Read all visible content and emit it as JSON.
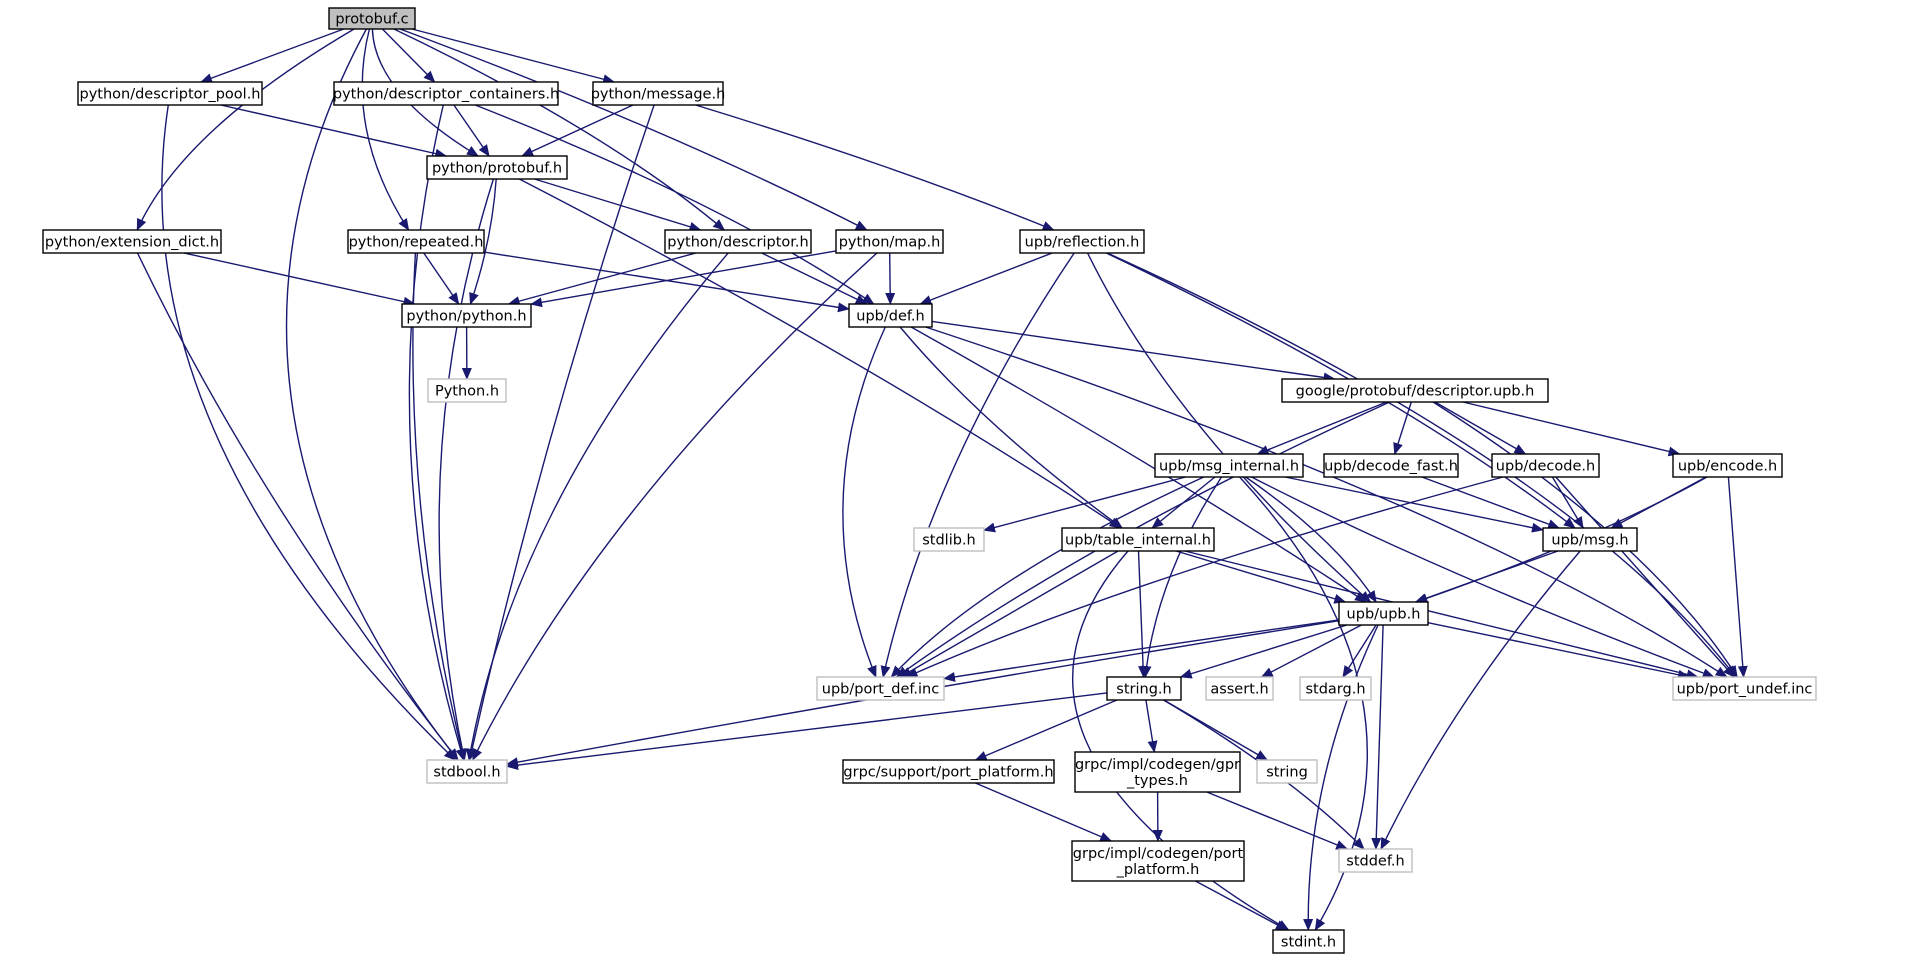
{
  "graph": {
    "colors": {
      "edge": "#191970",
      "node_border_black": "#000000",
      "node_border_gray": "#bfbfbf",
      "root_fill": "#bfbfbf",
      "node_fill": "#ffffff"
    },
    "nodes": [
      {
        "id": "protobuf_c",
        "label": "protobuf.c",
        "root": true
      },
      {
        "id": "descriptor_pool",
        "label": "python/descriptor_pool.h"
      },
      {
        "id": "descriptor_containers",
        "label": "python/descriptor_containers.h"
      },
      {
        "id": "message",
        "label": "python/message.h"
      },
      {
        "id": "py_protobuf",
        "label": "python/protobuf.h"
      },
      {
        "id": "extension_dict",
        "label": "python/extension_dict.h"
      },
      {
        "id": "repeated",
        "label": "python/repeated.h"
      },
      {
        "id": "py_descriptor",
        "label": "python/descriptor.h"
      },
      {
        "id": "py_map",
        "label": "python/map.h"
      },
      {
        "id": "reflection",
        "label": "upb/reflection.h"
      },
      {
        "id": "py_python",
        "label": "python/python.h"
      },
      {
        "id": "def_h",
        "label": "upb/def.h"
      },
      {
        "id": "Python_h",
        "label": "Python.h",
        "external": true
      },
      {
        "id": "descriptor_upb",
        "label": "google/protobuf/descriptor.upb.h"
      },
      {
        "id": "msg_internal",
        "label": "upb/msg_internal.h"
      },
      {
        "id": "decode_fast",
        "label": "upb/decode_fast.h"
      },
      {
        "id": "decode",
        "label": "upb/decode.h"
      },
      {
        "id": "encode",
        "label": "upb/encode.h"
      },
      {
        "id": "stdlib_h",
        "label": "stdlib.h",
        "external": true
      },
      {
        "id": "table_internal",
        "label": "upb/table_internal.h"
      },
      {
        "id": "msg_h",
        "label": "upb/msg.h"
      },
      {
        "id": "upb_h",
        "label": "upb/upb.h"
      },
      {
        "id": "port_def",
        "label": "upb/port_def.inc",
        "external": true
      },
      {
        "id": "string_h",
        "label": "string.h"
      },
      {
        "id": "assert_h",
        "label": "assert.h",
        "external": true
      },
      {
        "id": "stdarg_h",
        "label": "stdarg.h",
        "external": true
      },
      {
        "id": "port_undef",
        "label": "upb/port_undef.inc",
        "external": true
      },
      {
        "id": "stdbool_h",
        "label": "stdbool.h",
        "external": true
      },
      {
        "id": "grpc_port_platform_support",
        "label": "grpc/support/port_platform.h"
      },
      {
        "id": "gpr_types",
        "label": "grpc/impl/codegen/gpr\n_types.h"
      },
      {
        "id": "string_ext",
        "label": "string",
        "external": true
      },
      {
        "id": "stddef_h",
        "label": "stddef.h",
        "external": true
      },
      {
        "id": "codegen_port_platform",
        "label": "grpc/impl/codegen/port\n_platform.h"
      },
      {
        "id": "stdint_h",
        "label": "stdint.h"
      }
    ]
  }
}
